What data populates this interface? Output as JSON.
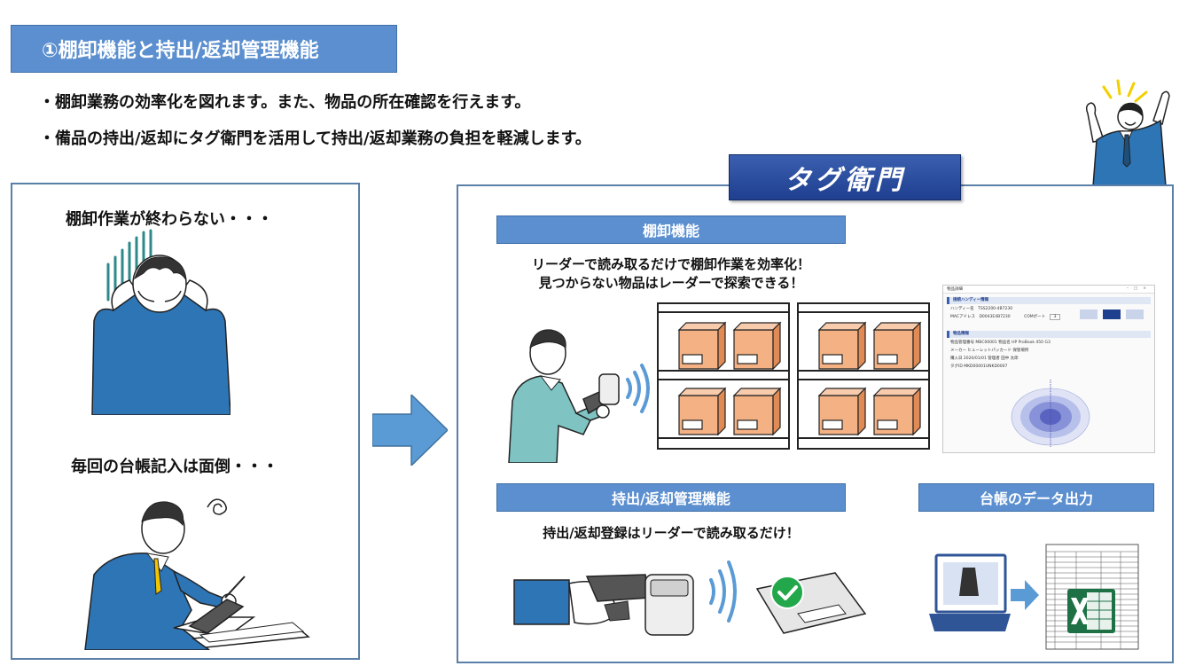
{
  "header": {
    "title": "①棚卸機能と持出/返却管理機能",
    "bullets": [
      "・棚卸業務の効率化を図れます。また、物品の所在確認を行えます。",
      "・備品の持出/返却にタグ衛門を活用して持出/返却業務の負担を軽減します。"
    ]
  },
  "left_panel": {
    "problem1": "棚卸作業が終わらない・・・",
    "problem2": "毎回の台帳記入は面倒・・・"
  },
  "product": {
    "logo": "タグ衛門"
  },
  "inventory": {
    "label": "棚卸機能",
    "line1": "リーダーで読み取るだけで棚卸作業を効率化！",
    "line2": "見つからない物品はレーダーで探索できる！"
  },
  "checkout": {
    "label": "持出/返却管理機能",
    "desc": "持出/返却登録はリーダーで読み取るだけ！"
  },
  "export": {
    "label": "台帳のデータ出力"
  },
  "app_window": {
    "title": "物品詳細",
    "section1": "接続ハンディー情報",
    "handy_name": "ハンディー名",
    "handy_value": "TSS2200-4B7230",
    "mac_label": "MACアドレス",
    "mac_value": "D0043E4B7230",
    "com_label": "COMポート",
    "com_value": "3",
    "section2": "物品情報",
    "rows": [
      "物品管理番号  MBC00001        物品名  HP ProBook 450 G3",
      "メーカー  ヒューレットパッカード        保管場所",
      "購入日  2020/01/01        管理者  田中  太郎",
      "タグID  MKD00001UNKD0007"
    ]
  },
  "colors": {
    "accent_blue": "#5b8fcf",
    "logo_blue": "#1f3f8f",
    "panel_border": "#5a7fa8",
    "box_orange": "#f4b183",
    "suit_blue": "#2e75b6",
    "check_green": "#22a84a",
    "excel_green": "#1e7145"
  },
  "icons": [
    "headache-person",
    "writing-person",
    "arrow-right",
    "shelf",
    "cardboard-box",
    "handheld-reader",
    "signal-waves",
    "radar",
    "check-badge",
    "rfid-tag",
    "laptop",
    "spreadsheet",
    "excel-icon",
    "celebrating-person"
  ]
}
